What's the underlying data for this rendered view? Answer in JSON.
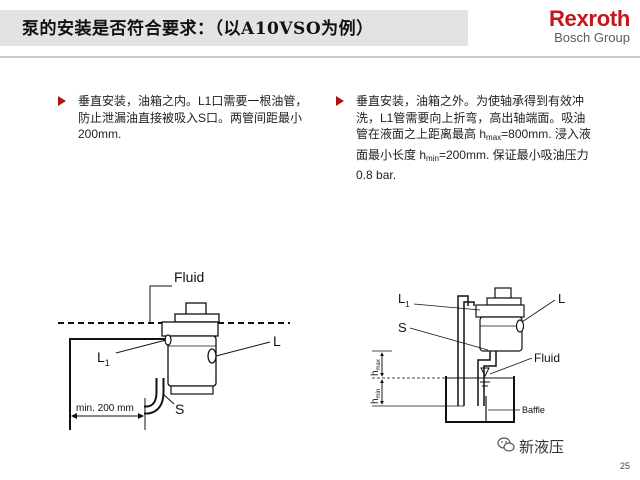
{
  "slide": {
    "title": "泵的安装是否符合要求：（以A10VSO为例）",
    "brand": {
      "name": "Rexroth",
      "group": "Bosch Group",
      "color": "#c3161c"
    },
    "page_number": "25",
    "watermark": "新液压"
  },
  "bullets": [
    {
      "text": "垂直安装，油箱之内。L1口需要一根油管，防止泄漏油直接被吸入S口。两管间距最小200mm."
    },
    {
      "line1": "垂直安装，油箱之外。为使轴承得到有效冲洗，L1管需要向上折弯，高出轴端面。吸油管在液面之上距离最高",
      "hmax_h": "h",
      "hmax_sub": "max",
      "hmax_rest": "=800mm. 浸入液面最小长度",
      "hmin_h": "h",
      "hmin_sub": "min",
      "hmin_rest": "=200mm. 保证最小吸油压力0.8 bar."
    }
  ],
  "figure_left": {
    "fluid": "Fluid",
    "l1_main": "L",
    "l1_sub": "1",
    "l": "L",
    "s": "S",
    "dimension": "min. 200 mm"
  },
  "figure_right": {
    "l1_main": "L",
    "l1_sub": "1",
    "l": "L",
    "s": "S",
    "hmax_h": "h",
    "hmax_sub": "max",
    "hmin_h": "h",
    "hmin_sub": "min",
    "fluid": "Fluid",
    "baffle": "Baffle"
  }
}
